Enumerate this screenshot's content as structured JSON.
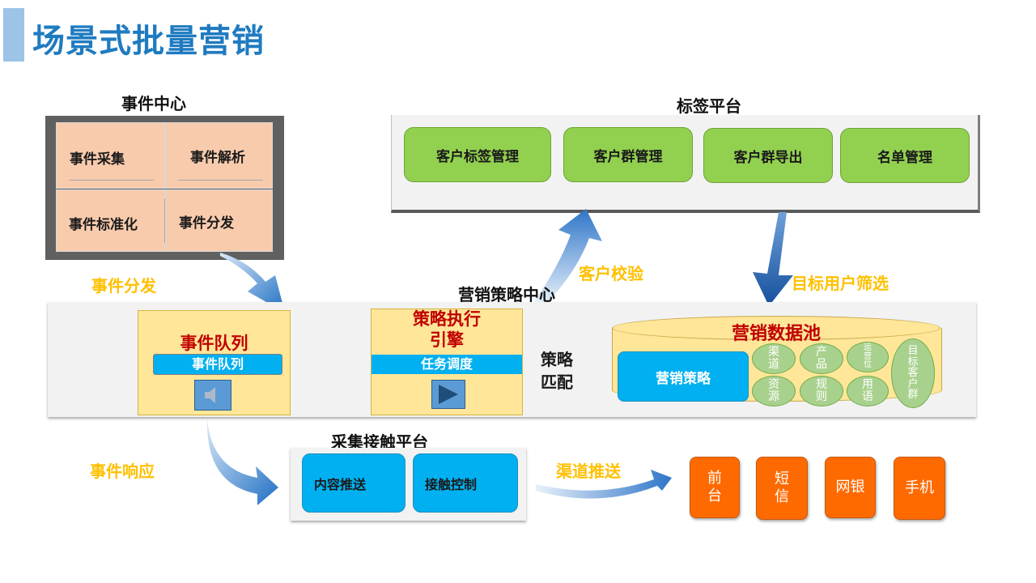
{
  "title": "场景式批量营销",
  "event_center": {
    "heading": "事件中心",
    "cells": [
      "事件采集",
      "事件解析",
      "事件标准化",
      "事件分发"
    ]
  },
  "tag_platform": {
    "heading": "标签平台",
    "buttons": [
      "客户标签管理",
      "客户群管理",
      "客户群导出",
      "名单管理"
    ]
  },
  "strategy_center": {
    "heading": "营销策略中心",
    "event_queue": {
      "title": "事件队列",
      "strip": "事件队列"
    },
    "engine": {
      "title_line1": "策略执行",
      "title_line2": "引擎",
      "strip": "任务调度"
    },
    "match": {
      "line1": "策略",
      "line2": "匹配"
    },
    "data_pool": {
      "title": "营销数据池",
      "strategy": "营销策略",
      "ovals": [
        "渠\n道",
        "产\n品",
        "运\n营\n位",
        "资\n源",
        "规\n则",
        "用\n语"
      ],
      "target_oval": "目\n标\n客\n户\n群"
    }
  },
  "collect_platform": {
    "heading": "采集接触平台",
    "buttons": [
      "内容推送",
      "接触控制"
    ]
  },
  "channels": [
    "前\n台",
    "短\n信",
    "网银",
    "手机"
  ],
  "flow_labels": {
    "event_dispatch": "事件分发",
    "customer_check": "客户校验",
    "target_filter": "目标用户筛选",
    "event_response": "事件响应",
    "channel_push": "渠道推送"
  },
  "colors": {
    "title_blue": "#1f7bc0",
    "label_yellow": "#ffc000",
    "accent_red": "#c00000",
    "green": "#92d050",
    "cyan": "#00b0f0",
    "orange": "#ff6a00",
    "salmon": "#f8cbad",
    "pale_yellow": "#ffe699"
  }
}
